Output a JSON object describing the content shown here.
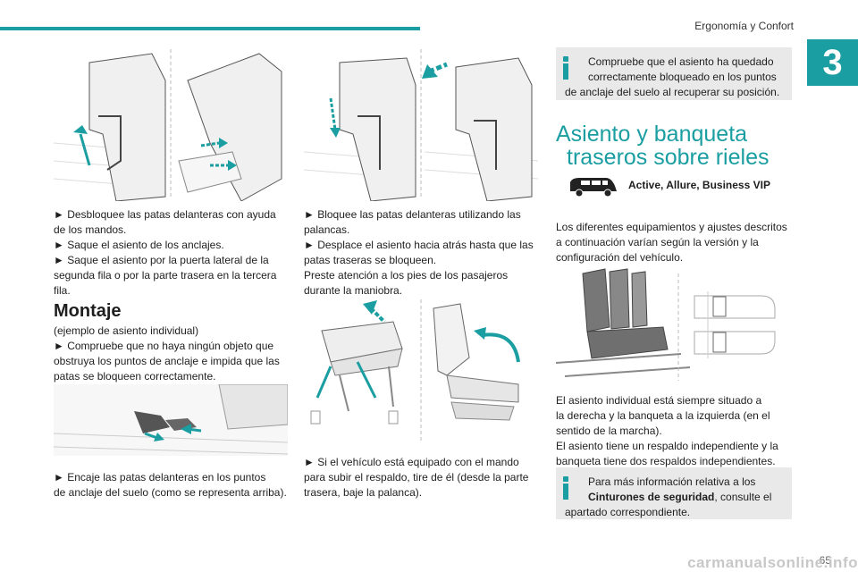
{
  "header": {
    "title": "Ergonomía y Confort",
    "chapter": "3"
  },
  "col1": {
    "steps1": [
      "► Desbloquee las patas delanteras con ayuda",
      "de los mandos.",
      "► Saque el asiento de los anclajes.",
      "► Saque el asiento por la puerta lateral de la",
      "segunda fila o por la parte trasera en la tercera",
      "fila."
    ],
    "montaje_title": "Montaje",
    "montaje_text": [
      "(ejemplo de asiento individual)",
      "► Compruebe que no haya ningún objeto que",
      "obstruya los puntos de anclaje e impida que las",
      "patas se bloqueen correctamente."
    ],
    "steps2": [
      "► Encaje las patas delanteras en los puntos",
      "de anclaje del suelo (como se representa arriba)."
    ]
  },
  "col2": {
    "steps1": [
      "► Bloquee las patas delanteras utilizando las",
      "palancas.",
      "► Desplace el asiento hacia atrás hasta que las",
      "patas traseras se bloqueen.",
      "Preste atención a los pies de los pasajeros",
      "durante la maniobra."
    ],
    "steps2": [
      "► Si el vehículo está equipado con el mando",
      "para subir el respaldo, tire de él (desde la parte",
      "trasera, baje la palanca)."
    ]
  },
  "col3": {
    "info1": [
      "Compruebe que el asiento ha quedado",
      "correctamente bloqueado en los puntos",
      "de anclaje del suelo al recuperar su posición."
    ],
    "section_title_line1": "Asiento y banqueta",
    "section_title_line2": "traseros sobre rieles",
    "versions": "Active, Allure, Business VIP",
    "intro": [
      "Los diferentes equipamientos y ajustes descritos",
      "a continuación varían según la versión y la",
      "configuración del vehículo."
    ],
    "desc": [
      "El asiento individual está siempre situado a",
      "la derecha y la banqueta a la izquierda (en el",
      "sentido de la marcha).",
      "El asiento tiene un respaldo independiente y la",
      "banqueta tiene dos respaldos independientes."
    ],
    "info2_line1": "Para más información relativa a los",
    "info2_bold": "Cinturones de seguridad",
    "info2_rest": ", consulte el",
    "info2_line3": "apartado correspondiente."
  },
  "footer": {
    "page": "65",
    "watermark": "carmanualsonline.info"
  },
  "colors": {
    "accent": "#1a9ea2",
    "infobox": "#e9e9e9"
  }
}
